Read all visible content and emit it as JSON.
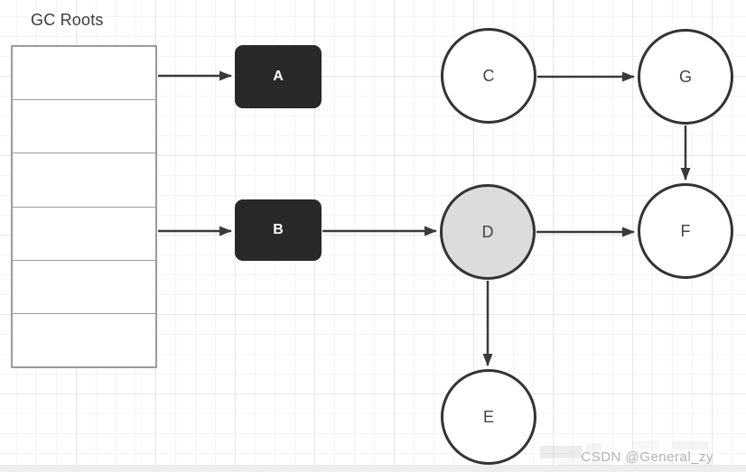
{
  "diagram": {
    "title": "GC Roots",
    "gc_roots_table": {
      "rows": 6,
      "note": "empty root slots; slot 1 points to A, slot 4 points to B"
    },
    "nodes": {
      "a": {
        "label": "A",
        "shape": "rounded-box",
        "fill": "#282828",
        "text_color": "#ffffff"
      },
      "b": {
        "label": "B",
        "shape": "rounded-box",
        "fill": "#282828",
        "text_color": "#ffffff"
      },
      "c": {
        "label": "C",
        "shape": "circle",
        "fill": "#ffffff"
      },
      "d": {
        "label": "D",
        "shape": "circle",
        "fill": "#dcdcdc"
      },
      "e": {
        "label": "E",
        "shape": "circle",
        "fill": "#ffffff"
      },
      "f": {
        "label": "F",
        "shape": "circle",
        "fill": "#ffffff"
      },
      "g": {
        "label": "G",
        "shape": "circle",
        "fill": "#ffffff"
      }
    },
    "edges": [
      {
        "from": "gc-roots-slot-1",
        "to": "A"
      },
      {
        "from": "gc-roots-slot-4",
        "to": "B"
      },
      {
        "from": "B",
        "to": "D"
      },
      {
        "from": "C",
        "to": "G"
      },
      {
        "from": "G",
        "to": "F"
      },
      {
        "from": "D",
        "to": "F"
      },
      {
        "from": "D",
        "to": "E"
      }
    ],
    "colors": {
      "arrow": "#3a3a3a",
      "circle_stroke": "#333333",
      "table_border": "#9a9a9a",
      "grid_minor": "#f4f4f4",
      "grid_major": "#e7e7e7"
    }
  },
  "watermark": {
    "text": "CSDN @General_zy"
  }
}
